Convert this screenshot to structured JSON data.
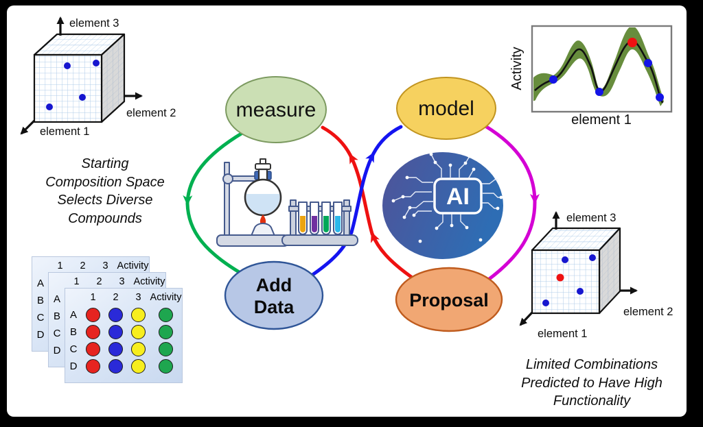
{
  "cube_left": {
    "axis1": "element 1",
    "axis2": "element 2",
    "axis3": "element 3",
    "points_blue_norm": [
      [
        0.49,
        0.17
      ],
      [
        0.92,
        0.13
      ],
      [
        0.71,
        0.64
      ],
      [
        0.22,
        0.78
      ]
    ]
  },
  "caption_left": {
    "line1": "Starting",
    "line2": "Composition Space",
    "line3": "Selects Diverse",
    "line4": "Compounds"
  },
  "data_table": {
    "col1": "1",
    "col2": "2",
    "col3": "3",
    "col4": "Activity",
    "rowA": "A",
    "rowB": "B",
    "rowC": "C",
    "rowD": "D",
    "well_colors": {
      "col1": "#e62420",
      "col2": "#2a2ad8",
      "col3": "#f7ee1e",
      "col4": "#1ea64f"
    },
    "stacked_cards": 3
  },
  "loop": {
    "measure": "measure",
    "model": "model",
    "add_data_line1": "Add",
    "add_data_line2": "Data",
    "proposal": "Proposal",
    "colors": {
      "measure_fill": "#cbdfb4",
      "measure_stroke": "#7c9a60",
      "model_fill": "#f6d15f",
      "model_stroke": "#c1941f",
      "add_data_fill": "#b7c7e6",
      "add_data_stroke": "#2f5597",
      "proposal_fill": "#f1a773",
      "proposal_stroke": "#bf5b1d",
      "arrow_measure_to_adddata": "#00b050",
      "arrow_adddata_to_model": "#1414f0",
      "arrow_model_to_proposal": "#d400d4",
      "arrow_proposal_to_measure": "#ee1111"
    }
  },
  "ai": {
    "label": "AI"
  },
  "plot": {
    "ylabel": "Activity",
    "xlabel": "element 1"
  },
  "chart_data": {
    "type": "line",
    "title": "",
    "xlabel": "element 1",
    "ylabel": "Activity",
    "axis_ticks": "none",
    "grid": false,
    "legend": "none",
    "series": [
      {
        "name": "predicted-activity-curve",
        "color": "#111111",
        "x": [
          0.02,
          0.15,
          0.33,
          0.5,
          0.74,
          0.87,
          0.96
        ],
        "y": [
          0.25,
          0.38,
          0.72,
          0.24,
          0.82,
          0.57,
          0.17
        ]
      },
      {
        "name": "measured-points",
        "color": "#1414e6",
        "x": [
          0.15,
          0.5,
          0.87,
          0.96
        ],
        "y": [
          0.38,
          0.24,
          0.57,
          0.17
        ]
      },
      {
        "name": "proposed-point",
        "color": "#ee1111",
        "x": [
          0.74
        ],
        "y": [
          0.8
        ]
      }
    ],
    "uncertainty_band_color": "#678d3d"
  },
  "cube_right": {
    "axis1": "element 1",
    "axis2": "element 2",
    "axis3": "element 3",
    "points_blue_norm": [
      [
        0.49,
        0.15
      ],
      [
        0.9,
        0.12
      ],
      [
        0.71,
        0.65
      ],
      [
        0.2,
        0.84
      ]
    ],
    "point_red_norm": [
      [
        0.42,
        0.43
      ]
    ]
  },
  "caption_right": {
    "line1": "Limited Combinations",
    "line2": "Predicted to Have High",
    "line3": "Functionality"
  }
}
